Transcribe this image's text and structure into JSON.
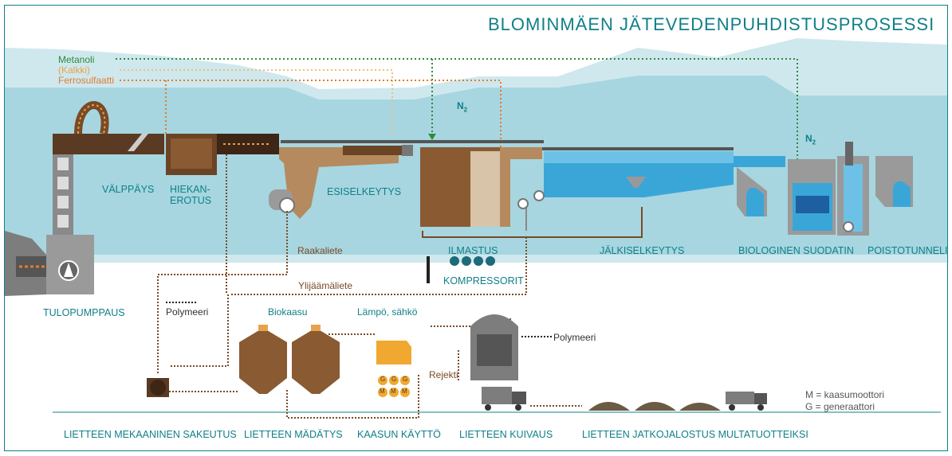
{
  "title": "BLOMINMÄEN JÄTEVEDENPUHDISTUSPROSESSI",
  "chemicals": {
    "metanoli": "Metanoli",
    "kalkki": "(Kalkki)",
    "ferrosulfaatti": "Ferrosulfaatti"
  },
  "gases": {
    "n2_main": "N",
    "n2_main_sub": "2",
    "n2_filter": "N",
    "n2_filter_sub": "2"
  },
  "process_stages": {
    "valppays": "VÄLPPÄYS",
    "hiekanerotus_1": "HIEKAN-",
    "hiekanerotus_2": "EROTUS",
    "esiselkeytys": "ESISELKEYTYS",
    "ilmastus": "ILMASTUS",
    "kompressorit": "KOMPRESSORIT",
    "jalkiselkeytys": "JÄLKISELKEYTYS",
    "biologinen_suodatin": "BIOLOGINEN SUODATIN",
    "poistotunneli": "POISTOTUNNELI",
    "tulopumppaus": "TULOPUMPPAUS"
  },
  "flows": {
    "raakaliete": "Raakaliete",
    "ylijaamaliete": "Ylijäämäliete",
    "polymeeri_1": "Polymeeri",
    "polymeeri_2": "Polymeeri",
    "biokaasu": "Biokaasu",
    "lampo_sahko": "Lämpö, sähkö",
    "rejekti": "Rejekti"
  },
  "engines": [
    "G",
    "G",
    "G",
    "M",
    "M",
    "M"
  ],
  "legend": {
    "m": "M = kaasumoottori",
    "g": "G = generaattori"
  },
  "sludge_stages": {
    "sakeutus": "LIETTEEN MEKAANINEN SAKEUTUS",
    "madatys": "LIETTEEN MÄDÄTYS",
    "kaasun_kaytto": "KAASUN KÄYTTÖ",
    "kuivaus": "LIETTEEN KUIVAUS",
    "jatkojalostus": "LIETTEEN JATKOJALOSTUS MULTATUOTTEIKSI"
  },
  "colors": {
    "teal": "#0f8088",
    "brown": "#7a4a26",
    "green": "#2e8b3a",
    "orange": "#e8a24a",
    "dark_orange": "#e07d2e",
    "water": "#3aa6d8",
    "sky": "#c9e6ec"
  }
}
